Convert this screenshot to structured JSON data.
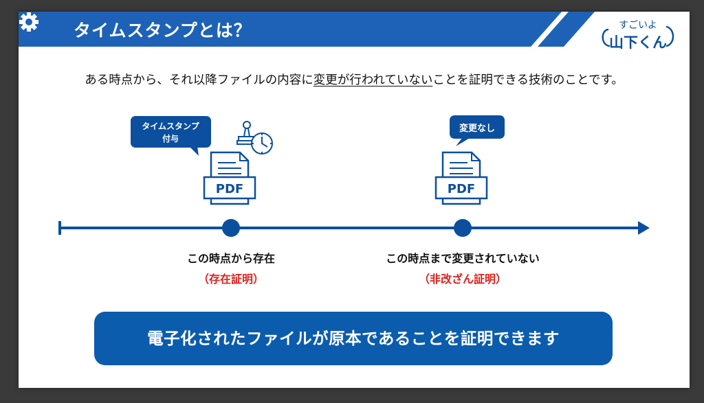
{
  "header": {
    "title": "タイムスタンプとは？",
    "icon": "gear-icon",
    "color": "#1d62b6"
  },
  "logo": {
    "line1": "すごいよ",
    "line2": "山下くん"
  },
  "intro": {
    "before": "ある時点から、それ以降ファイルの内容に",
    "underlined": "変更が行われていない",
    "after": "ことを証明できる技術のことです。"
  },
  "timeline": {
    "left": {
      "bubble_line1": "タイムスタンプ",
      "bubble_line2": "付与",
      "file_label": "PDF",
      "icon": "stamp-clock-icon",
      "caption": "この時点から存在",
      "proof": "（存在証明）"
    },
    "right": {
      "bubble": "変更なし",
      "file_label": "PDF",
      "caption": "この時点まで変更されていない",
      "proof": "（非改ざん証明）"
    },
    "line_color": "#0b4f9e",
    "proof_color": "#e0201b"
  },
  "banner": {
    "text": "電子化されたファイルが原本であることを証明できます"
  }
}
